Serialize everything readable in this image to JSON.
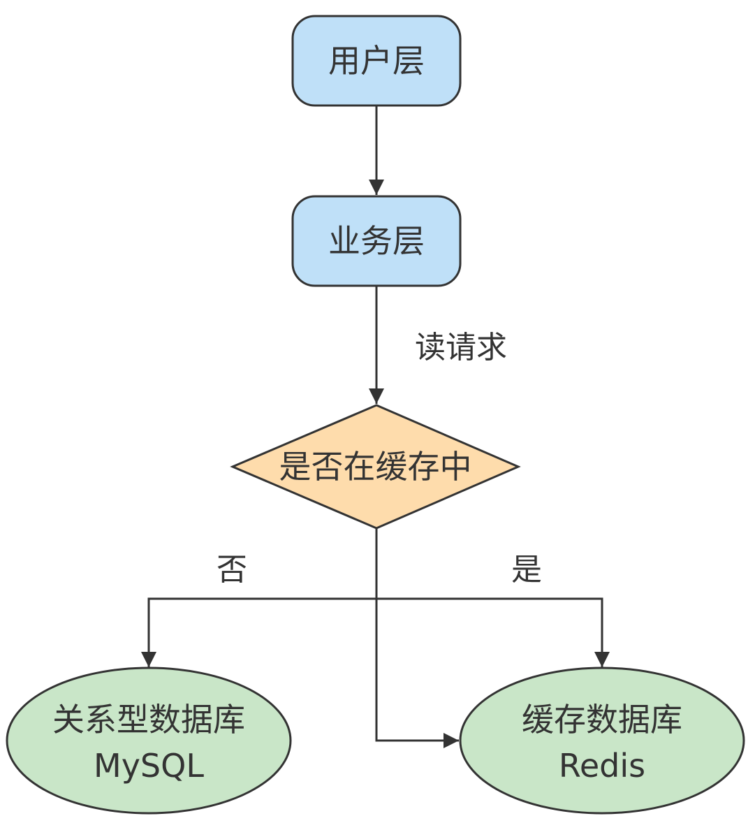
{
  "nodes": {
    "user_layer": {
      "label": "用户层"
    },
    "business_layer": {
      "label": "业务层"
    },
    "cache_check": {
      "label": "是否在缓存中"
    },
    "relational_db": {
      "line1": "关系型数据库",
      "line2": "MySQL"
    },
    "cache_db": {
      "line1": "缓存数据库",
      "line2": "Redis"
    }
  },
  "edges": {
    "read_request": {
      "label": "读请求"
    },
    "no_branch": {
      "label": "否"
    },
    "yes_branch": {
      "label": "是"
    }
  },
  "colors": {
    "process_fill": "#bfe0f8",
    "decision_fill": "#fedcac",
    "database_fill": "#c9e6c8",
    "stroke": "#333333",
    "text": "#333333"
  }
}
